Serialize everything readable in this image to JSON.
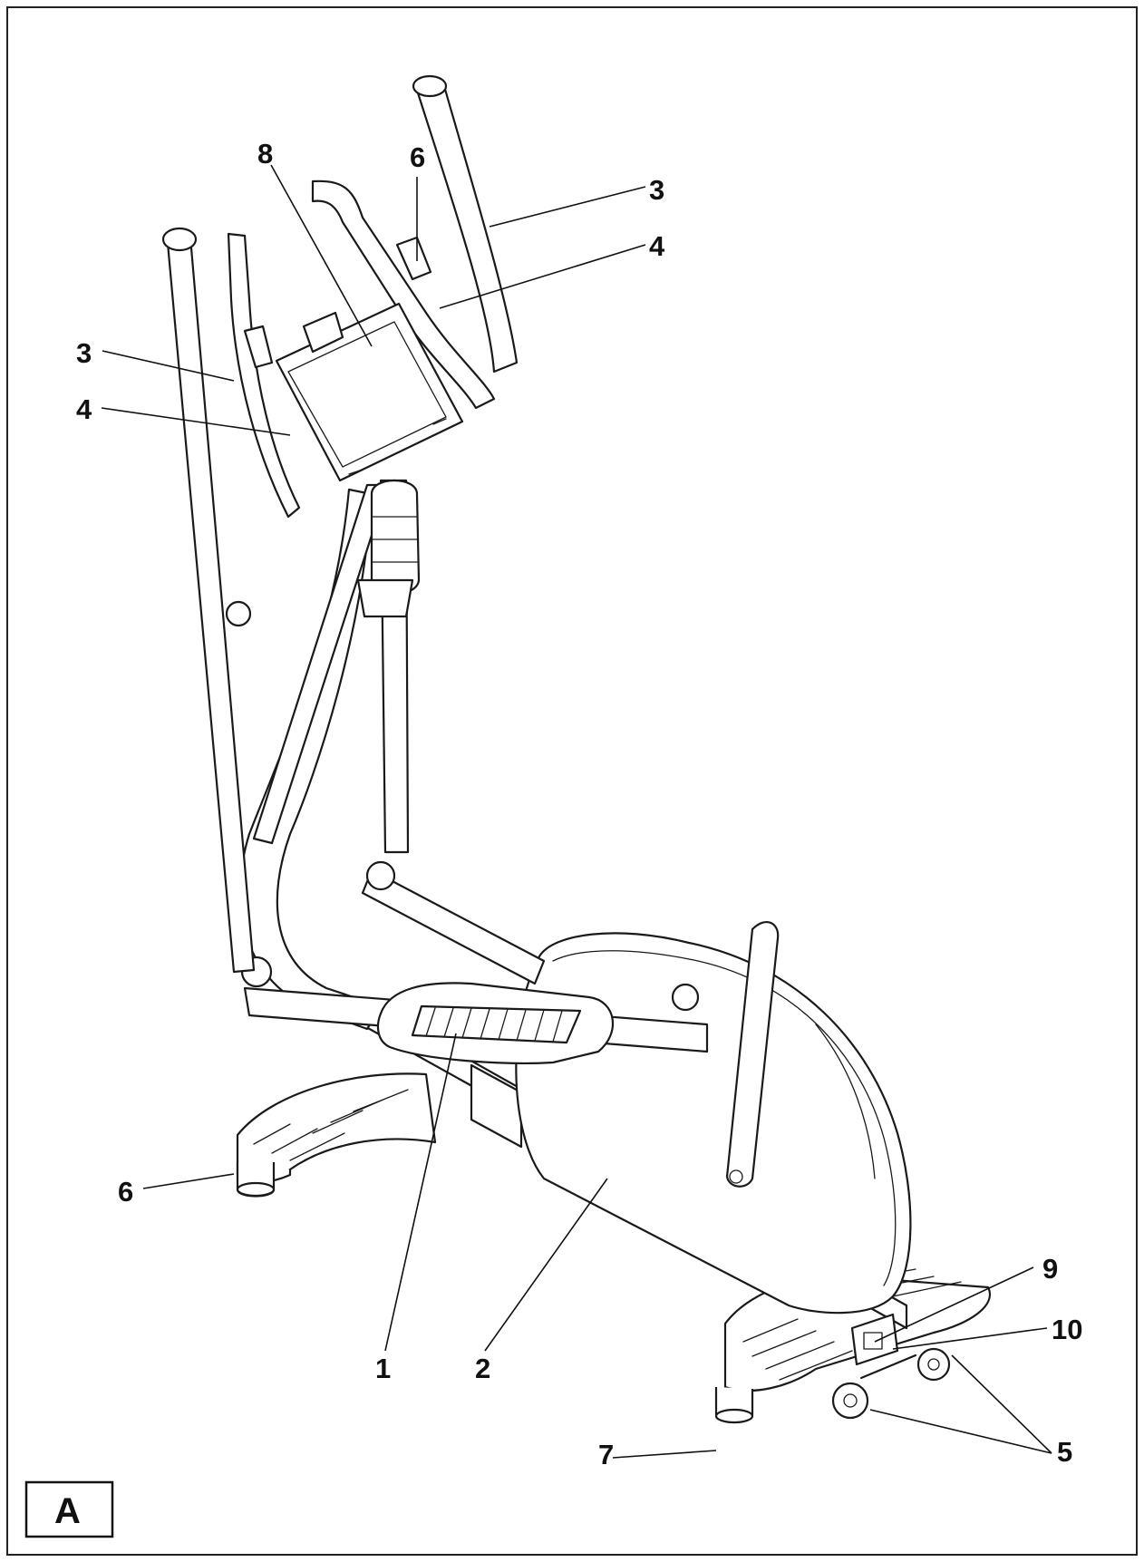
{
  "figure": {
    "tag": "A",
    "callouts": [
      {
        "id": "c1",
        "label": "1"
      },
      {
        "id": "c2",
        "label": "2"
      },
      {
        "id": "c3a",
        "label": "3"
      },
      {
        "id": "c3b",
        "label": "3"
      },
      {
        "id": "c4a",
        "label": "4"
      },
      {
        "id": "c4b",
        "label": "4"
      },
      {
        "id": "c5",
        "label": "5"
      },
      {
        "id": "c6a",
        "label": "6"
      },
      {
        "id": "c6b",
        "label": "6"
      },
      {
        "id": "c7",
        "label": "7"
      },
      {
        "id": "c8",
        "label": "8"
      },
      {
        "id": "c9",
        "label": "9"
      },
      {
        "id": "c10",
        "label": "10"
      }
    ]
  }
}
